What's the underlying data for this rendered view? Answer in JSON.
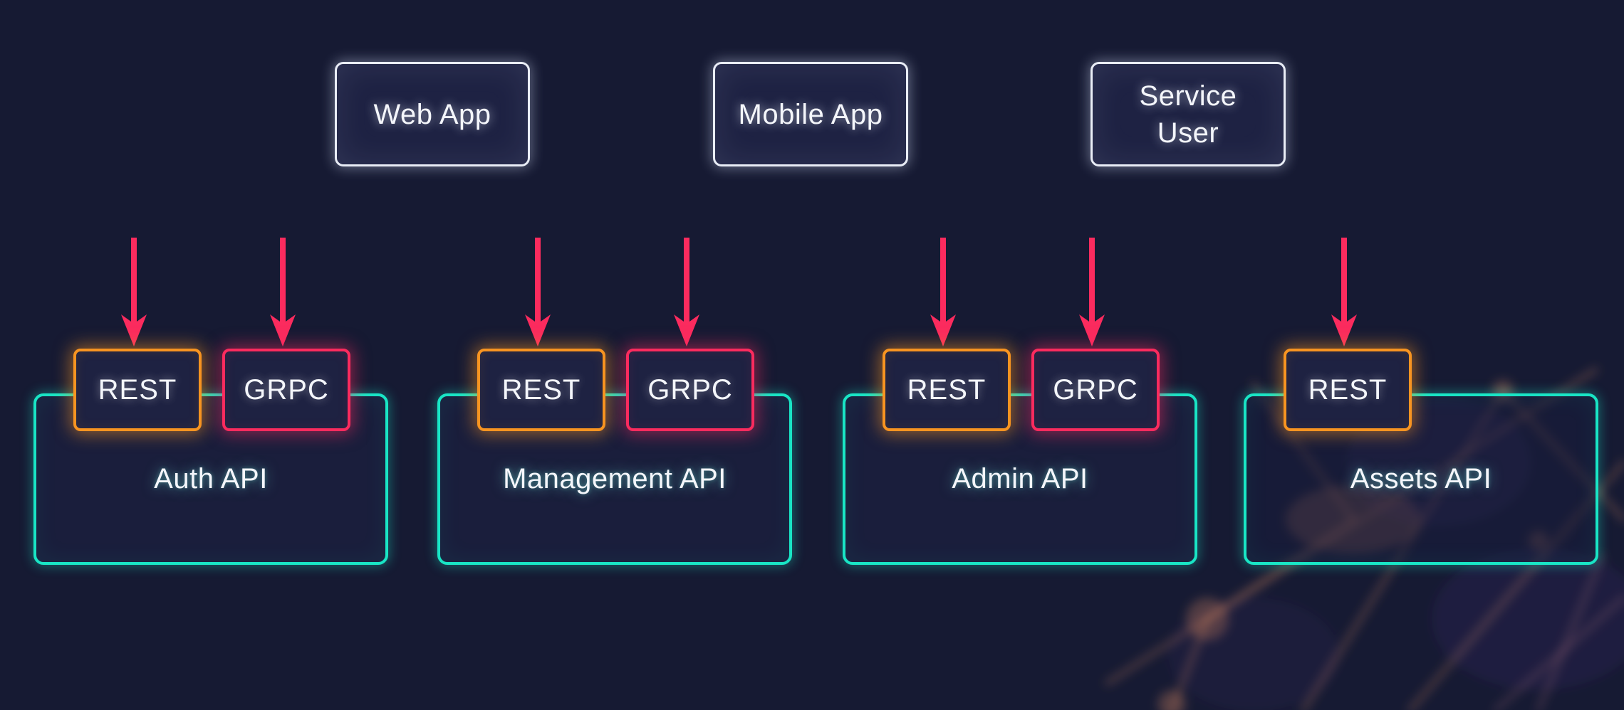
{
  "diagram": {
    "title_hint": "API gateway architecture diagram",
    "clients": [
      {
        "label": "Web App"
      },
      {
        "label": "Mobile App"
      },
      {
        "label": "Service User"
      }
    ],
    "services": [
      {
        "label": "Auth API",
        "endpoints": [
          {
            "type": "REST"
          },
          {
            "type": "GRPC"
          }
        ]
      },
      {
        "label": "Management API",
        "endpoints": [
          {
            "type": "REST"
          },
          {
            "type": "GRPC"
          }
        ]
      },
      {
        "label": "Admin API",
        "endpoints": [
          {
            "type": "REST"
          },
          {
            "type": "GRPC"
          }
        ]
      },
      {
        "label": "Assets API",
        "endpoints": [
          {
            "type": "REST"
          }
        ]
      }
    ],
    "arrows": {
      "count": 7,
      "direction": "down"
    },
    "colors": {
      "background": "#161a33",
      "client_border": "#e9edf6",
      "rest_accent": "#f79421",
      "grpc_accent": "#fb2b5e",
      "service_accent": "#19e5c5",
      "arrow": "#fb2b5e",
      "text": "#f4f6fb",
      "decoration": "#c9805e"
    }
  }
}
